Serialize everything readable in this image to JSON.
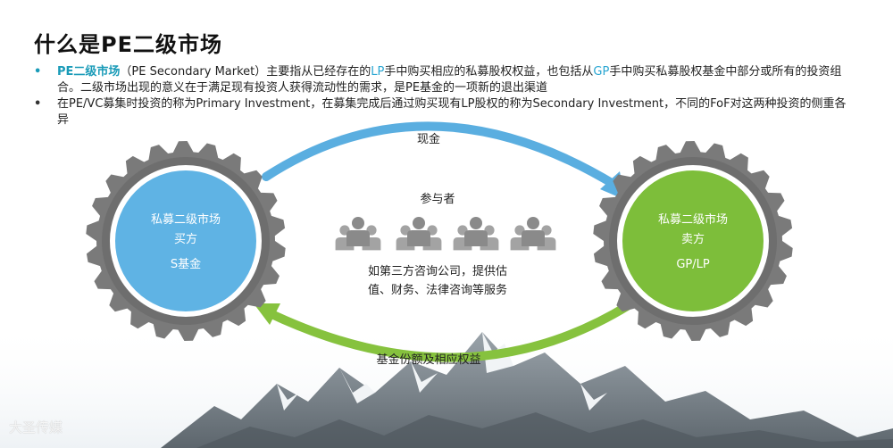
{
  "title": "什么是PE二级市场",
  "bullet1": {
    "term": "PE二级市场",
    "t1": "（PE Secondary Market）主要指从已经存在的",
    "lp": "LP",
    "t2": "手中购买相应的私募股权权益，也包括从",
    "gp": "GP",
    "t3": "手中购买私募股权基金中部分或所有的投资组合。二级市场出现的意义在于满足现有投资人获得流动性的需求，是PE基金的一项新的退出渠道"
  },
  "bullet2": "在PE/VC募集时投资的称为Primary Investment，在募集完成后通过购买现有LP股权的称为Secondary Investment，不同的FoF对这两种投资的侧重各异",
  "diagram": {
    "top_arrow_label": "现金",
    "bottom_arrow_label": "基金份额及相应权益",
    "participants_title": "参与者",
    "participants_desc_line1": "如第三方咨询公司，提供估",
    "participants_desc_line2": "值、财务、法律咨询等服务",
    "buyer": {
      "line1": "私募二级市场",
      "line2": "买方",
      "line3": "S基金"
    },
    "seller": {
      "line1": "私募二级市场",
      "line2": "卖方",
      "line3": "GP/LP"
    }
  },
  "watermark": "大圣传媒",
  "colors": {
    "buyer_blue": "#5fb3e4",
    "seller_green": "#7dbe3a",
    "arrow_blue": "#5aaee0",
    "arrow_green": "#86c23e",
    "gear_gray": "#7a7a7a"
  }
}
